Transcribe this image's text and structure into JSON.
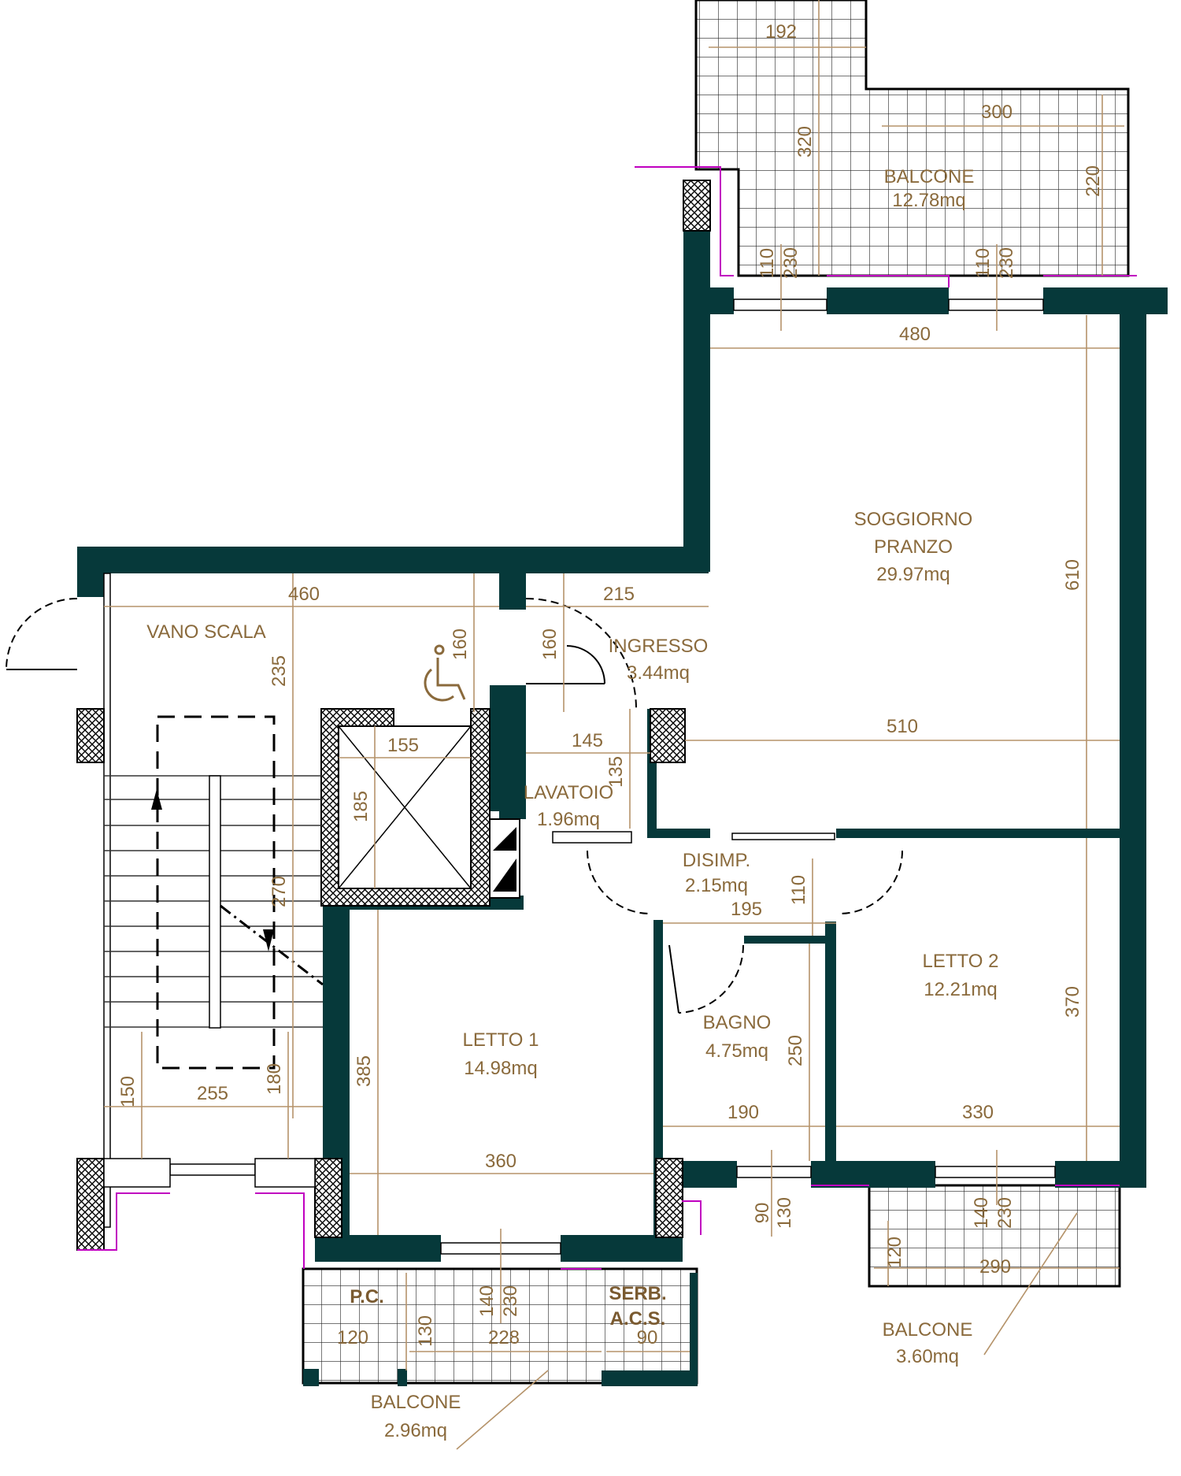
{
  "colors": {
    "wall": "#06393a",
    "dimension": "#b5936a",
    "label": "#8a6a3c",
    "outline": "#c000c0"
  },
  "rooms": {
    "balcone_top": {
      "name": "BALCONE",
      "area": "12.78mq"
    },
    "soggiorno": {
      "name1": "SOGGIORNO",
      "name2": "PRANZO",
      "area": "29.97mq"
    },
    "vano_scala": {
      "name": "VANO  SCALA"
    },
    "ingresso": {
      "name": "INGRESSO",
      "area": "3.44mq"
    },
    "lavatoio": {
      "name": "LAVATOIO",
      "area": "1.96mq"
    },
    "disimp": {
      "name": "DISIMP.",
      "area": "2.15mq"
    },
    "letto1": {
      "name": "LETTO  1",
      "area": "14.98mq"
    },
    "letto2": {
      "name": "LETTO  2",
      "area": "12.21mq"
    },
    "bagno": {
      "name": "BAGNO",
      "area": "4.75mq"
    },
    "pc": {
      "name": "P.C."
    },
    "serb": {
      "name1": "SERB.",
      "name2": "A.C.S."
    },
    "balcone_br": {
      "name": "BALCONE",
      "area": "3.60mq"
    },
    "balcone_bottom": {
      "name": "BALCONE",
      "area": "2.96mq"
    }
  },
  "dimensions": {
    "d192": "192",
    "d300": "300",
    "d320": "320",
    "d220": "220",
    "d110a": "110",
    "d230a": "230",
    "d110b": "110",
    "d230b": "230",
    "d480": "480",
    "d610": "610",
    "d460": "460",
    "d215": "215",
    "d235": "235",
    "d160a": "160",
    "d160b": "160",
    "d155": "155",
    "d145": "145",
    "d135": "135",
    "d185": "185",
    "d510": "510",
    "d270": "270",
    "d110c": "110",
    "d195": "195",
    "d370": "370",
    "d250": "250",
    "d385": "385",
    "d190": "190",
    "d330": "330",
    "d150": "150",
    "d255": "255",
    "d180": "180",
    "d360": "360",
    "d90a": "90",
    "d130a": "130",
    "d140a": "140",
    "d230c": "230",
    "d120a": "120",
    "d290": "290",
    "d140b": "140",
    "d230d": "230",
    "d120b": "120",
    "d130b": "130",
    "d228": "228",
    "d90b": "90"
  }
}
